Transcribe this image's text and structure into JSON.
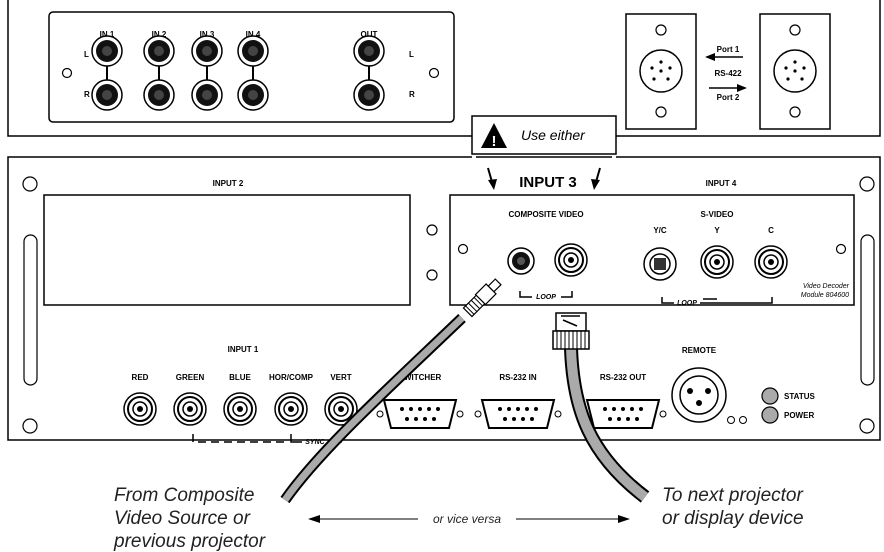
{
  "top_panel": {
    "audio_inputs": [
      "IN 1",
      "IN 2",
      "IN 3",
      "IN 4"
    ],
    "audio_output": "OUT",
    "channel_left": "L",
    "channel_right": "R",
    "port1": "Port 1",
    "rs422": "RS-422",
    "port2": "Port 2"
  },
  "callout": {
    "text": "Use either",
    "input3": "INPUT 3"
  },
  "rack": {
    "input2": "INPUT 2",
    "input4": "INPUT 4",
    "composite_video": "COMPOSITE VIDEO",
    "svideo": "S-VIDEO",
    "yc": "Y/C",
    "y": "Y",
    "c": "C",
    "loop": "LOOP",
    "module_line1": "Video Decoder",
    "module_line2": "Module 804600",
    "input1": "INPUT 1",
    "bnc_labels": [
      "RED",
      "GREEN",
      "BLUE",
      "HOR/COMP",
      "VERT"
    ],
    "sync": "SYNC",
    "switcher": "SWITCHER",
    "rs232_in": "RS-232 IN",
    "rs232_out": "RS-232 OUT",
    "remote": "REMOTE",
    "status": "STATUS",
    "power": "POWER"
  },
  "captions": {
    "left_lines": [
      "From Composite",
      "Video Source or",
      "previous projector"
    ],
    "right_lines": [
      "To next projector",
      "or display device"
    ],
    "middle": "or vice versa"
  }
}
